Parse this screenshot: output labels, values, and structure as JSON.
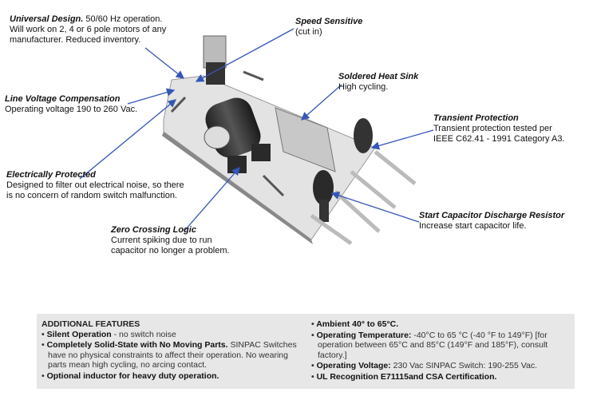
{
  "callouts": {
    "universal": {
      "title": "Universal Design.",
      "lines": [
        " 50/60 Hz operation.",
        "Will work on 2, 4 or 6 pole motors of any",
        "manufacturer. Reduced inventory."
      ]
    },
    "speed": {
      "title": "Speed Sensitive",
      "lines": [
        "(cut in)"
      ]
    },
    "line_voltage": {
      "title": "Line Voltage Compensation",
      "lines": [
        "Operating voltage 190 to 260 Vac."
      ]
    },
    "heat_sink": {
      "title": "Soldered Heat Sink",
      "lines": [
        "High cycling."
      ]
    },
    "transient": {
      "title": "Transient Protection",
      "lines": [
        "Transient protection tested per",
        "IEEE C62.41 - 1991 Category A3."
      ]
    },
    "electrical": {
      "title": "Electrically Protected",
      "lines": [
        "Designed to filter out electrical noise, so there",
        "is no concern of random switch malfunction."
      ]
    },
    "zero": {
      "title": "Zero Crossing Logic",
      "lines": [
        "Current spiking due to run",
        "capacitor no longer a problem."
      ]
    },
    "start_cap": {
      "title": "Start Capacitor Discharge Resistor",
      "lines": [
        "Increase start capacitor life."
      ]
    }
  },
  "features": {
    "heading": "ADDITIONAL FEATURES",
    "left": [
      {
        "bold": "Silent Operation",
        "text": " - no switch noise"
      },
      {
        "bold": "Completely Solid-State with No Moving Parts.",
        "text": " SINPAC Switches have no physical constraints to affect their operation. No wearing parts mean high cycling, no arcing contact."
      },
      {
        "bold": "Optional inductor for heavy duty operation.",
        "text": ""
      }
    ],
    "right": [
      {
        "bold": "Ambient 40° to 65°C.",
        "text": ""
      },
      {
        "bold": "Operating Temperature:",
        "text": " -40°C to 65 °C (-40 °F to 149°F) [for operation between 65°C and 85°C (149°F and 185°F), consult factory.]"
      },
      {
        "bold": "Operating Voltage:",
        "text": " 230 Vac SINPAC Switch: 190-255 Vac."
      },
      {
        "bold": "UL Recognition E71115and CSA Certification.",
        "text": ""
      }
    ]
  },
  "colors": {
    "arrow": "#3556b8",
    "panel": "#e7e7e7"
  }
}
